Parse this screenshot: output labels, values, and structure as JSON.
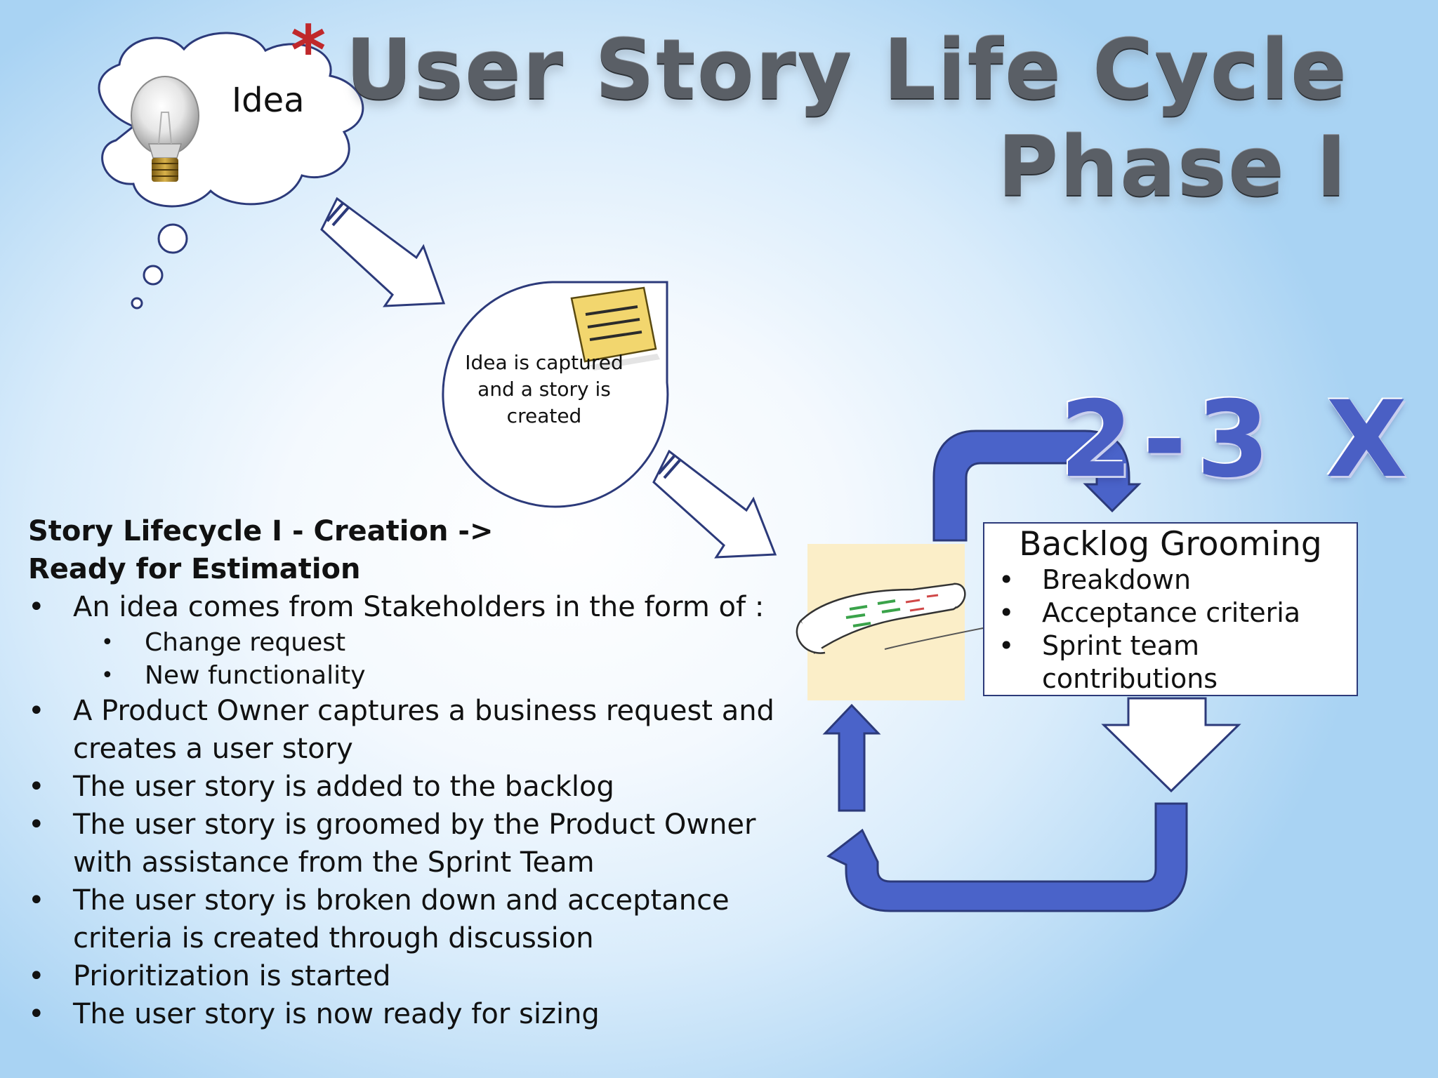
{
  "title": {
    "star": "*",
    "line1": "User Story Life Cycle",
    "line2": "Phase I"
  },
  "idea_cloud": {
    "label": "Idea",
    "icon": "lightbulb-icon"
  },
  "captured_bubble": {
    "label": "Idea is captured and a story is created",
    "icon": "sticky-note-icon"
  },
  "repeat_label": "2-3 X",
  "grooming": {
    "title": "Backlog Grooming",
    "items": [
      "Breakdown",
      "Acceptance criteria",
      "Sprint team contributions"
    ]
  },
  "notes": {
    "heading_line1": "Story Lifecycle I - Creation ->",
    "heading_line2": "Ready for Estimation",
    "bullets": [
      "An idea comes from Stakeholders in the form of :",
      "A Product Owner captures a business request and creates a user story",
      "The user story is added to the backlog",
      "The user story is groomed by the Product Owner with assistance from the Sprint Team",
      "The user story is broken down and acceptance criteria is created through discussion",
      "Prioritization is started",
      "The user story is now ready for sizing"
    ],
    "sub_bullets": [
      "Change request",
      "New functionality"
    ]
  },
  "colors": {
    "arrow_blue": "#4a63c9",
    "outline_navy": "#2c3a7a",
    "title_star": "#c0282b",
    "scroll_background": "#fbeec8",
    "sticky_note": "#f2d66e"
  }
}
